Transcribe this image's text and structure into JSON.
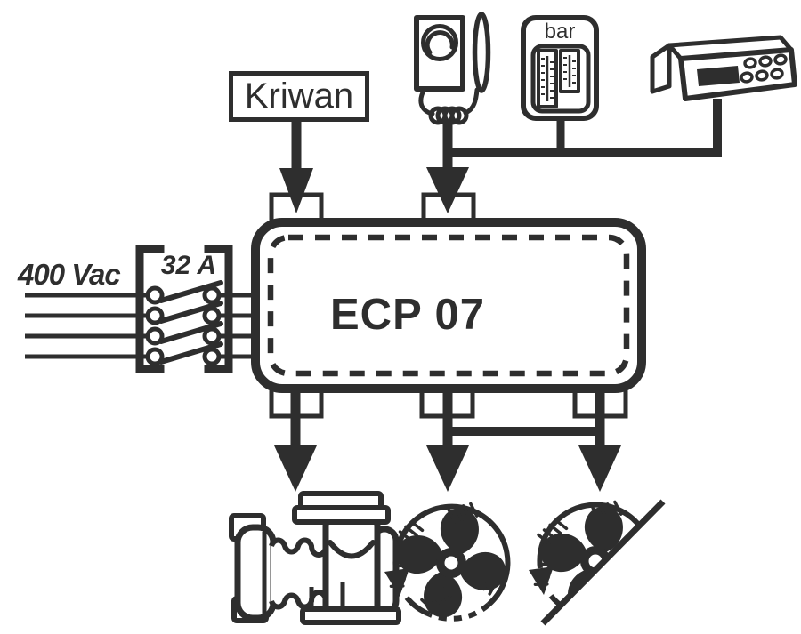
{
  "diagram": {
    "background": "#ffffff",
    "ink_color": "#2e2e2e",
    "controller": {
      "model_label": "ECP 07",
      "icon": "ecp-controller-box"
    },
    "inputs": {
      "kriwan_module_label": "Kriwan",
      "pressure_gauge_unit_label": "bar",
      "icons": [
        "thermostat-icon",
        "pressure-gauge-icon",
        "remote-display-icon"
      ]
    },
    "power": {
      "supply_label": "400 Vac",
      "breaker_label": "32 A",
      "phases": 4,
      "icon": "disconnect-switch-icon"
    },
    "outputs": {
      "icons": [
        "compressor-icon",
        "fan-icon",
        "tilted-fan-icon"
      ]
    }
  }
}
